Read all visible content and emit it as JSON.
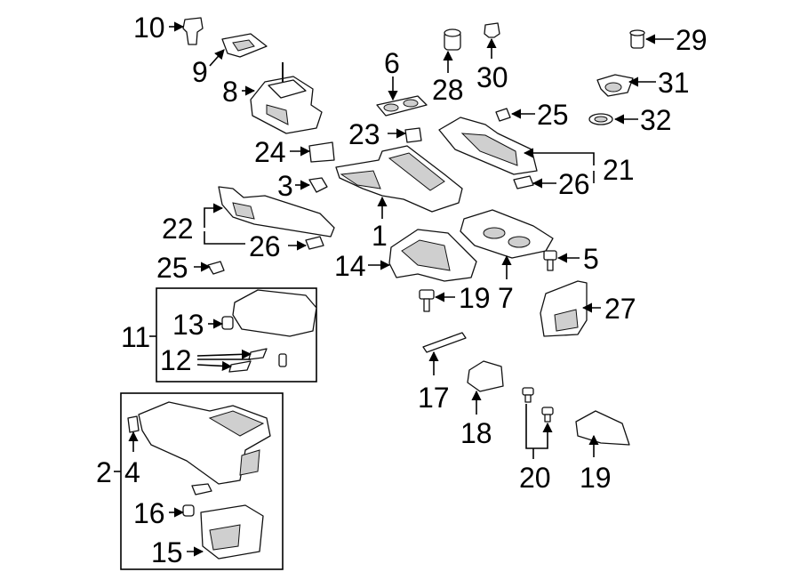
{
  "callouts": {
    "c1": "1",
    "c2": "2",
    "c3": "3",
    "c4": "4",
    "c5": "5",
    "c6": "6",
    "c7": "7",
    "c8": "8",
    "c9": "9",
    "c10": "10",
    "c11": "11",
    "c12": "12",
    "c13": "13",
    "c14": "14",
    "c15": "15",
    "c16": "16",
    "c17": "17",
    "c18": "18",
    "c19a": "19",
    "c19b": "19",
    "c20": "20",
    "c21": "21",
    "c22": "22",
    "c23": "23",
    "c24": "24",
    "c25a": "25",
    "c25b": "25",
    "c26a": "26",
    "c26b": "26",
    "c27": "27",
    "c28": "28",
    "c29": "29",
    "c30": "30",
    "c31": "31",
    "c32": "32"
  }
}
